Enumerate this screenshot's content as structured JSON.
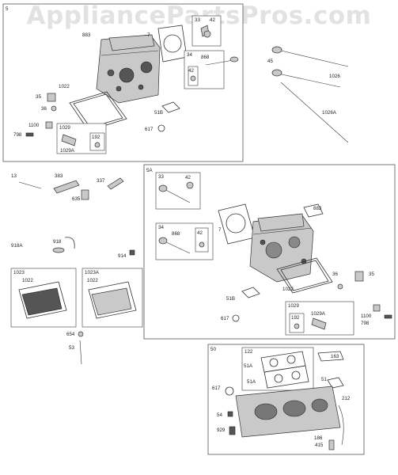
{
  "watermark": "AppliancePartsPros.com",
  "groups": {
    "g5": "5",
    "g5A": "5A",
    "g50": "50",
    "g33a": "33",
    "g34a": "34",
    "g1029a": "1029",
    "g192a": "192",
    "g33b": "33",
    "g34b": "34",
    "g1029b": "1029",
    "g192b": "192",
    "g1023": "1023",
    "g1023A": "1023A",
    "g122": "122"
  },
  "labels": {
    "p883a": "883",
    "p7a": "7",
    "p42a": "42",
    "p868a": "868",
    "p42b": "42",
    "p45": "45",
    "p1026": "1026",
    "p1026A": "1026A",
    "p1022a": "1022",
    "p35a": "35",
    "p36a": "36",
    "p51Ba": "51B",
    "p617a": "617",
    "p1100a": "1100",
    "p798a": "798",
    "p1029Aa": "1029A",
    "p13": "13",
    "p383": "383",
    "p337": "337",
    "p635": "635",
    "p918A": "918A",
    "p918": "918",
    "p914": "914",
    "p1022c": "1022",
    "p1022d": "1022",
    "p654": "654",
    "p53": "53",
    "p42c": "42",
    "p883b": "883",
    "p7b": "7",
    "p868b": "868",
    "p42d": "42",
    "p1022b": "1022",
    "p36b": "36",
    "p35b": "35",
    "p51Bb": "51B",
    "p617b": "617",
    "p1029Ab": "1029A",
    "p1100b": "1100",
    "p798b": "798",
    "p163": "163",
    "p51Ac": "51A",
    "p51Ad": "51A",
    "p51c": "51",
    "p617c": "617",
    "p212": "212",
    "p54": "54",
    "p929": "929",
    "p186": "186",
    "p415": "415"
  },
  "part_icons": [
    "cylinder-head",
    "head-gasket",
    "valve",
    "valve-spring",
    "rocker-cover",
    "intake-manifold",
    "push-rod",
    "bolt",
    "breather-tube",
    "spark-plug"
  ]
}
